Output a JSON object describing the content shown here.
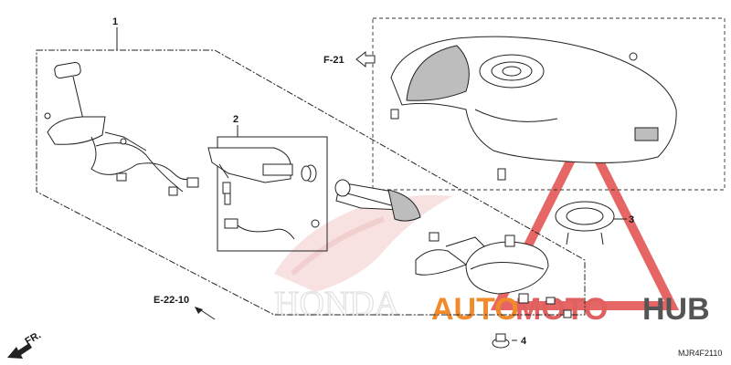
{
  "refs": [
    "1",
    "2",
    "F-21",
    "E-22-10",
    "FR.",
    "3",
    "4"
  ],
  "diagram_code": "MJR4F2110",
  "watermark": {
    "honda": "HONDA"
  },
  "logo": {
    "auto": "AUTO",
    "moto": "MOTO",
    "hub": "HUB"
  },
  "colors": {
    "logo_orange": "#f08a2a",
    "logo_red": "#e24a4a",
    "logo_gray": "#555555",
    "line": "#222222"
  }
}
